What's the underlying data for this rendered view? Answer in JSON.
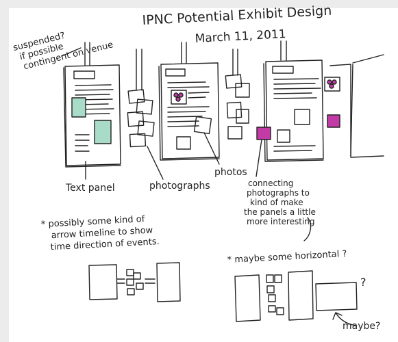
{
  "sketch": {
    "title": "IPNC Potential Exhibit Design",
    "date": "March 11, 2011",
    "note_suspended": [
      "suspended?",
      "if possible",
      "contingent on venue"
    ],
    "label_text_panel": "Text panel",
    "label_photographs": "photographs",
    "label_photos": "photos",
    "note_connecting": [
      "connecting",
      "photographs to",
      "kind of make",
      "the panels a little",
      "more interesting"
    ],
    "note_timeline": [
      "* possibly some kind of",
      "arrow timeline to show",
      "time direction of events."
    ],
    "note_horizontal": "* maybe some horizontal ?",
    "question_mark": "?",
    "note_maybe": "maybe?"
  },
  "colors": {
    "ink": "#222222",
    "accent_green": "#a9dcc8",
    "accent_magenta": "#c23aa6",
    "paper": "#ffffff",
    "frame": "#ececec"
  }
}
